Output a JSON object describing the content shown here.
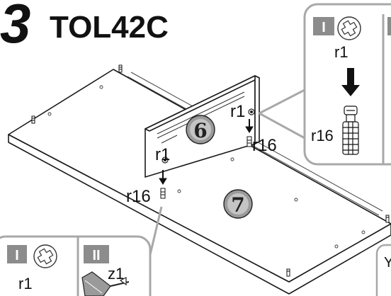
{
  "header": {
    "step_number": "3",
    "model_code": "TOL42C"
  },
  "parts": {
    "panel_small": "6",
    "panel_large": "7"
  },
  "labels": {
    "r1_left": "r1",
    "r1_right": "r1",
    "r16_left": "r16",
    "r16_right": "r16"
  },
  "detail_top": {
    "step_i": "I",
    "step_ii": "",
    "screw_label": "r1",
    "fastener_label": "r16"
  },
  "detail_bottom": {
    "step_i": "I",
    "step_ii": "II",
    "screw_label": "r1",
    "tool_label": "z1"
  },
  "detail_partial": {
    "step_label": "Y"
  },
  "colors": {
    "line": "#1a1a1a",
    "callout_border": "#a8a8a8",
    "step_box": "#8c8c8c",
    "badge_fill": "#9a9a9a"
  },
  "icons": {
    "screwdriver_bit": "phillips-screw-icon",
    "fastener": "cam-dowel-icon",
    "tool": "screwdriver-icon",
    "arrow": "arrow-down-icon"
  }
}
